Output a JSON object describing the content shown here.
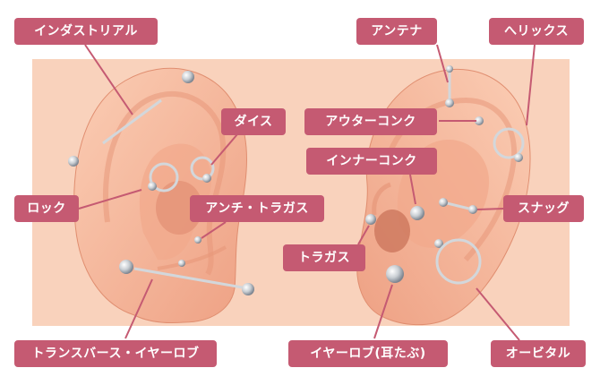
{
  "labels": {
    "industrial": "インダストリアル",
    "antenna": "アンテナ",
    "helix": "へリックス",
    "daith": "ダイス",
    "outer_conch": "アウターコンク",
    "inner_conch": "インナーコンク",
    "rook": "ロック",
    "anti_tragus": "アンチ・トラガス",
    "snug": "スナッグ",
    "tragus": "トラガス",
    "transverse_lobe": "トランスバース・イヤーロブ",
    "earlobe": "イヤーロブ(耳たぶ)",
    "orbital": "オービタル"
  },
  "colors": {
    "label_bg": "#c55a72",
    "label_text": "#ffffff",
    "panel_bg": "#f9d2bc",
    "skin": "#f7b89a",
    "skin_shadow": "#e79a7d",
    "metal": "#c8ccd0"
  }
}
